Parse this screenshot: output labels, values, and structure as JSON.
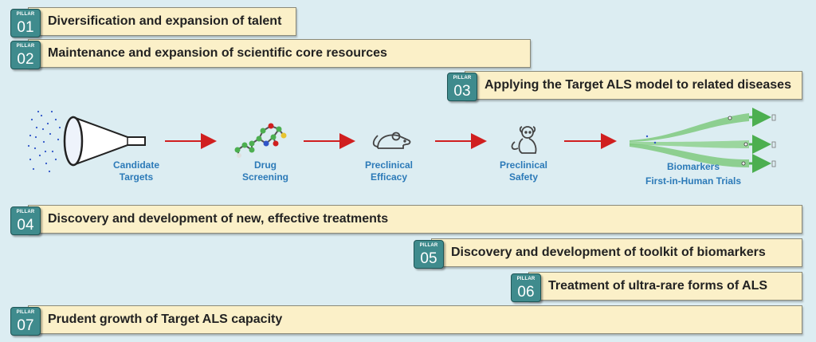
{
  "pillar_label": "PILLAR",
  "pillars": [
    {
      "num": "01",
      "text": "Diversification and expansion of talent"
    },
    {
      "num": "02",
      "text": "Maintenance and expansion of scientific core resources"
    },
    {
      "num": "03",
      "text": "Applying the Target ALS model to related diseases"
    },
    {
      "num": "04",
      "text": "Discovery and development of new, effective treatments"
    },
    {
      "num": "05",
      "text": "Discovery and development of toolkit of biomarkers"
    },
    {
      "num": "06",
      "text": "Treatment of ultra-rare forms of ALS"
    },
    {
      "num": "07",
      "text": "Prudent growth of Target ALS capacity"
    }
  ],
  "stages": [
    {
      "line1": "Candidate",
      "line2": "Targets",
      "icon": "funnel-icon"
    },
    {
      "line1": "Drug",
      "line2": "Screening",
      "icon": "molecule-icon"
    },
    {
      "line1": "Preclinical",
      "line2": "Efficacy",
      "icon": "mouse-icon"
    },
    {
      "line1": "Preclinical",
      "line2": "Safety",
      "icon": "monkey-icon"
    },
    {
      "line1": "Biomarkers",
      "line2": "First-in-Human Trials",
      "icon": "trial-branches-icon"
    }
  ],
  "colors": {
    "background": "#dcedf2",
    "pillar_badge": "#3f8b8d",
    "pillar_bar": "#fbf0c8",
    "stage_text": "#2c7ab8",
    "arrow": "#d01f1f",
    "trial_green": "#5cb85c"
  }
}
